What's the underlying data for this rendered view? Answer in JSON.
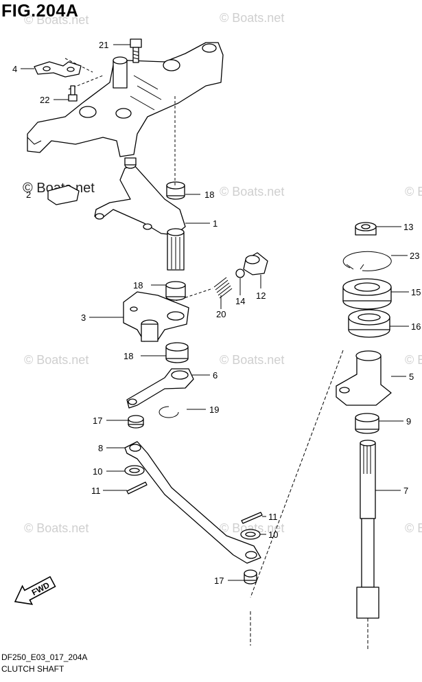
{
  "figure": {
    "title": "FIG.204A",
    "code": "DF250_E03_017_204A",
    "subtitle": "CLUTCH SHAFT"
  },
  "watermark": {
    "text": "© Boats.net",
    "highlight_text": "© Boats.net"
  },
  "fwd_badge": {
    "label": "FWD"
  },
  "callouts": [
    {
      "id": "c21",
      "label": "21"
    },
    {
      "id": "c4",
      "label": "4"
    },
    {
      "id": "c22",
      "label": "22"
    },
    {
      "id": "c2",
      "label": "2"
    },
    {
      "id": "c18a",
      "label": "18"
    },
    {
      "id": "c1",
      "label": "1"
    },
    {
      "id": "c18b",
      "label": "18"
    },
    {
      "id": "c20",
      "label": "20"
    },
    {
      "id": "c14",
      "label": "14"
    },
    {
      "id": "c12",
      "label": "12"
    },
    {
      "id": "c3",
      "label": "3"
    },
    {
      "id": "c18c",
      "label": "18"
    },
    {
      "id": "c6",
      "label": "6"
    },
    {
      "id": "c17a",
      "label": "17"
    },
    {
      "id": "c19",
      "label": "19"
    },
    {
      "id": "c8",
      "label": "8"
    },
    {
      "id": "c10a",
      "label": "10"
    },
    {
      "id": "c11a",
      "label": "11"
    },
    {
      "id": "c11b",
      "label": "11"
    },
    {
      "id": "c10b",
      "label": "10"
    },
    {
      "id": "c17b",
      "label": "17"
    },
    {
      "id": "c13",
      "label": "13"
    },
    {
      "id": "c23",
      "label": "23"
    },
    {
      "id": "c15",
      "label": "15"
    },
    {
      "id": "c16",
      "label": "16"
    },
    {
      "id": "c5",
      "label": "5"
    },
    {
      "id": "c9",
      "label": "9"
    },
    {
      "id": "c7",
      "label": "7"
    }
  ]
}
